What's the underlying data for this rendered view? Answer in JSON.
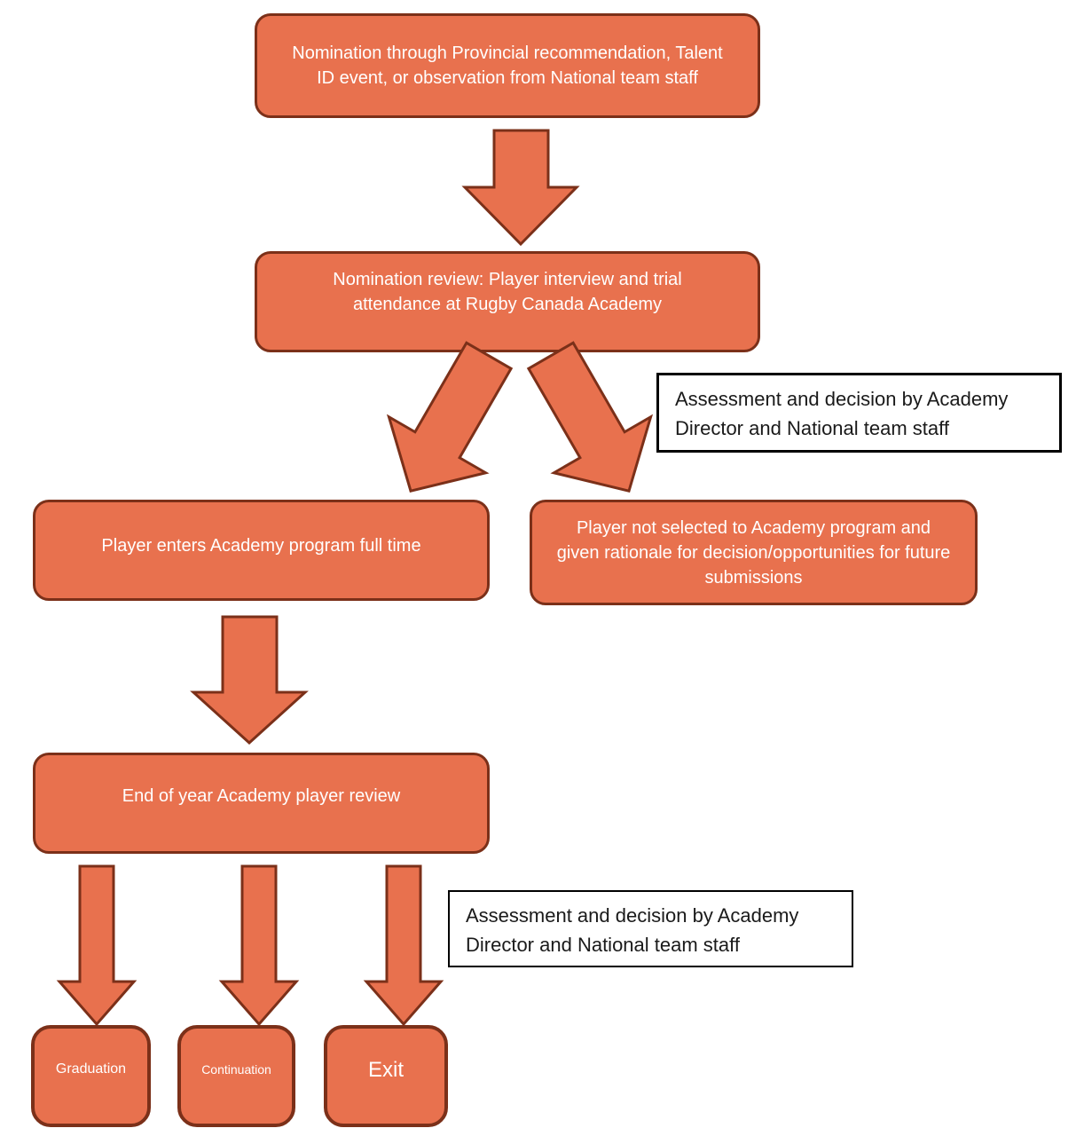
{
  "diagram": {
    "type": "flowchart",
    "boxes": {
      "nomination": "Nomination through Provincial recommendation, Talent ID event, or observation from National team staff",
      "review": "Nomination review: Player interview and trial attendance at Rugby Canada Academy",
      "enters": "Player enters Academy program full time",
      "not_selected": "Player not selected to Academy program and given rationale for decision/opportunities for future submissions",
      "end_of_year": "End of year Academy player review",
      "graduation": "Graduation",
      "continuation": "Continuation",
      "exit": "Exit"
    },
    "labels": {
      "assessment_1": "Assessment and decision by Academy Director and National team staff",
      "assessment_2": "Assessment and decision by Academy Director and National team staff"
    },
    "icons": {
      "flow_arrow": "filled-block-arrow-down",
      "flow_arrow_diag_left": "filled-block-arrow-down-left",
      "flow_arrow_diag_right": "filled-block-arrow-down-right"
    },
    "colors": {
      "shape_fill": "#E8714E",
      "shape_border": "#7B3019",
      "small_box_border": "#5E2312",
      "label_border": "#000000",
      "label_bg": "#FFFFFF",
      "text_on_shape": "#FFFFFF",
      "text_on_label": "#1A1A1A"
    }
  }
}
